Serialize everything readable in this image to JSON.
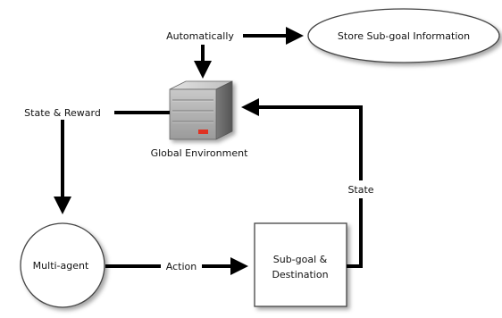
{
  "nodes": {
    "store": {
      "label": "Store Sub-goal Information"
    },
    "environment": {
      "label": "Global Environment",
      "icon": "server-icon",
      "indicator_color": "#e03020"
    },
    "agent": {
      "label": "Multi-agent"
    },
    "subgoal": {
      "label_line1": "Sub-goal &",
      "label_line2": "Destination"
    }
  },
  "edges": {
    "automatically": "Automatically",
    "state_reward": "State & Reward",
    "action": "Action",
    "state": "State"
  }
}
